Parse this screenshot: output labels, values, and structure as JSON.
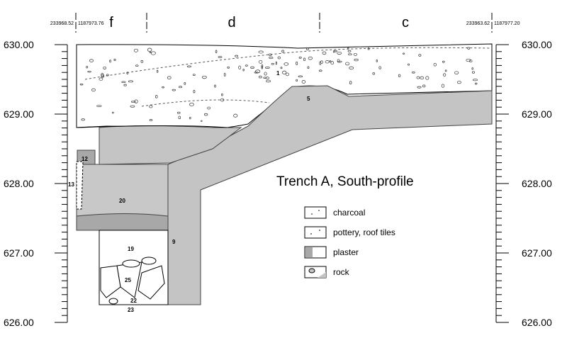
{
  "header": {
    "left_coord_a": "233968.52",
    "left_coord_b": "1187973.76",
    "right_coord_a": "233963.62",
    "right_coord_b": "1187977.20",
    "sections": [
      "f",
      "d",
      "c"
    ]
  },
  "elevations": [
    "630.00",
    "629.00",
    "628.00",
    "627.00",
    "626.00"
  ],
  "layers": [
    "1",
    "5",
    "12",
    "13",
    "20",
    "9",
    "19",
    "25",
    "22",
    "23"
  ],
  "title": "Trench A, South-profile",
  "legend": [
    {
      "label": "charcoal"
    },
    {
      "label": "pottery, roof tiles"
    },
    {
      "label": "plaster"
    },
    {
      "label": "rock"
    }
  ],
  "colors": {
    "fill_light": "#c4c4c4",
    "fill_dark": "#a8a8a8",
    "line": "#000000"
  }
}
